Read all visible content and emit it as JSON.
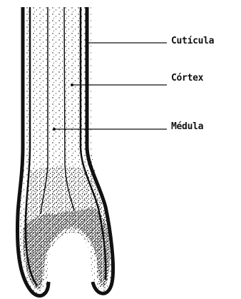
{
  "labels": {
    "cuticle": "Cutícula",
    "cortex": "Córtex",
    "medulla": "Médula"
  },
  "colors": {
    "ink": "#111111",
    "paper": "#ffffff"
  }
}
